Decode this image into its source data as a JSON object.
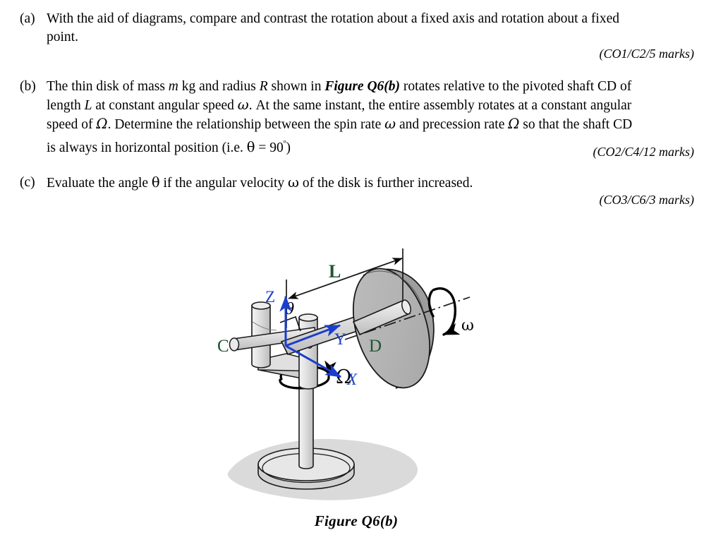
{
  "document": {
    "type": "exam-question",
    "caption": "Figure Q6(b)"
  },
  "questions": [
    {
      "label": "(a)",
      "text_html": "With the aid of diagrams, compare and contrast the rotation about a fixed axis and rotation about a fixed point.",
      "text_plain": "With the aid of diagrams, compare and contrast the rotation about a fixed axis and rotation about a fixed point.",
      "marks": "(CO1/C2/5 marks)"
    },
    {
      "label": "(b)",
      "text_plain": "The thin disk of mass m kg and radius R shown in Figure Q6(b) rotates relative to the pivoted shaft CD of length L at constant angular speed ω. At the same instant, the entire assembly rotates at a constant angular speed of Ω. Determine the relationship between the spin rate ω and precession rate Ω so that the shaft CD is always in horizontal position (i.e. θ = 90°)",
      "marks": "(CO2/C4/12 marks)"
    },
    {
      "label": "(c)",
      "text_plain": "Evaluate the angle θ if the angular velocity ω of the disk is further increased.",
      "marks": "(CO3/C6/3 marks)"
    }
  ],
  "question_a": {
    "label": "(a)",
    "line1": "With the aid of diagrams, compare and contrast the rotation about a fixed axis and rotation about a fixed",
    "line2": "point.",
    "marks": "(CO1/C2/5 marks)"
  },
  "question_b": {
    "label": "(b)",
    "l1_a": "The thin disk of mass ",
    "l1_m": "m",
    "l1_b": " kg and radius ",
    "l1_R": "R",
    "l1_c": " shown in ",
    "l1_fig": "Figure Q6(b)",
    "l1_d": " rotates relative to the pivoted shaft CD of",
    "l2_a": "length ",
    "l2_L": "L",
    "l2_b": " at constant angular speed ",
    "l2_w": "ω",
    "l2_c": ". At the same instant, the entire assembly rotates at a constant angular",
    "l3_a": "speed of ",
    "l3_O": "Ω",
    "l3_b": ". Determine the relationship between the spin rate ",
    "l3_w": "ω",
    "l3_c": " and precession rate ",
    "l3_O2": "Ω",
    "l3_d": " so that the shaft CD",
    "l4_a": "is always in horizontal position (i.e. ",
    "l4_th": "θ",
    "l4_b": " = 90",
    "l4_deg": "º",
    "l4_c": ")",
    "marks": "(CO2/C4/12 marks)"
  },
  "question_c": {
    "label": "(c)",
    "l1_a": "Evaluate the angle ",
    "l1_th": "θ",
    "l1_b": " if the angular velocity ",
    "l1_w": "ω",
    "l1_c": " of the disk is further increased.",
    "marks": "(CO3/C6/3 marks)"
  },
  "figure": {
    "caption": "Figure Q6(b)",
    "labels": {
      "length_L": "L",
      "pivot_C": "C",
      "disk_center_D": "D",
      "axis_Z": "Z",
      "axis_Y": "Y",
      "axis_X": "X",
      "angle_theta": "θ",
      "spin_omega": "ω",
      "precession_omega": "Ω"
    },
    "colors": {
      "axis_blue": "#1a3ecc",
      "label_green": "#1e5631",
      "metal_light": "#e3e3e3",
      "metal_mid": "#c9c9c9",
      "disk_gray": "#b0b0b0",
      "shadow_gray": "#d9d9d9",
      "outline": "#1a1a1a"
    },
    "icon_names": [
      "disk-shape",
      "shaft-rod",
      "yoke-fork",
      "pedestal-base",
      "dimension-arrow",
      "spin-arrow",
      "precession-arrow",
      "axis-triad",
      "right-angle-mark",
      "centerline-dashdot",
      "floor-shadow"
    ]
  }
}
